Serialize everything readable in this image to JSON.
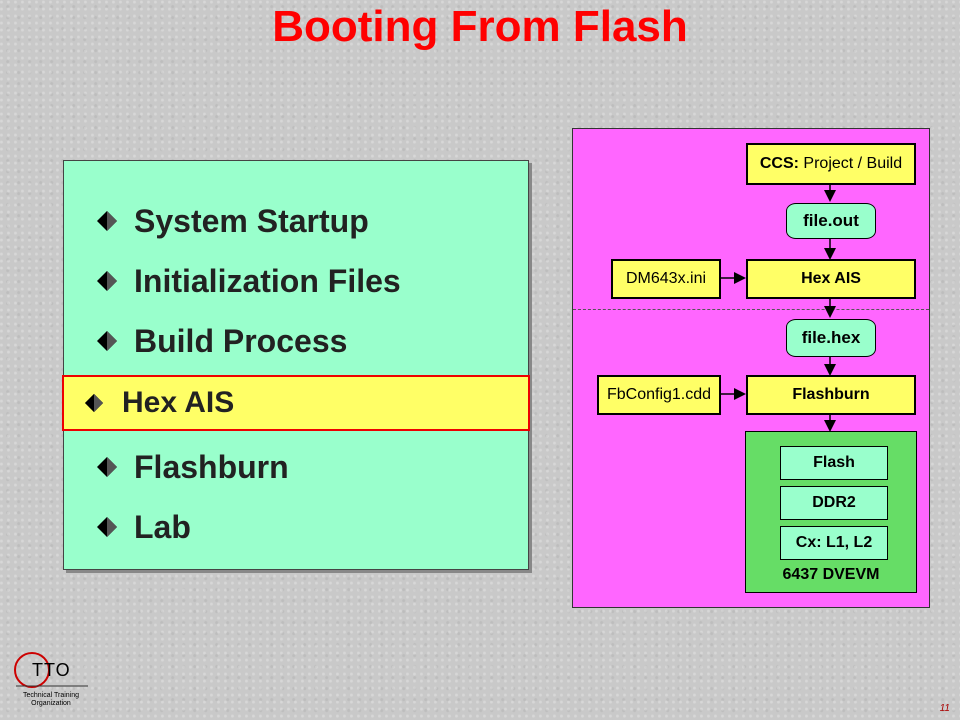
{
  "title": "Booting From Flash",
  "topics": [
    {
      "label": "System Startup",
      "active": false
    },
    {
      "label": "Initialization Files",
      "active": false
    },
    {
      "label": "Build Process",
      "active": false
    },
    {
      "label": "Hex AIS",
      "active": true
    },
    {
      "label": "Flashburn",
      "active": false
    },
    {
      "label": "Lab",
      "active": false
    }
  ],
  "diagram": {
    "ccs_bold": "CCS:",
    "ccs_rest": " Project / Build",
    "file_out": "file.out",
    "ini": "DM643x.ini",
    "hex_ais": "Hex AIS",
    "file_hex": "file.hex",
    "cdd": "FbConfig1.cdd",
    "flashburn": "Flashburn",
    "flash": "Flash",
    "ddr2": "DDR2",
    "cx": "Cx: L1, L2",
    "board": "6437 DVEVM"
  },
  "logo": {
    "letters": "TTO",
    "line1": "Technical Training",
    "line2": "Organization"
  },
  "page_number": "11",
  "colors": {
    "title": "#ff0000",
    "topics_bg": "#99ffcc",
    "highlight_bg": "#ffff66",
    "highlight_border": "#ee0000",
    "diagram_bg": "#ff66ff",
    "board_bg": "#66dd66"
  }
}
